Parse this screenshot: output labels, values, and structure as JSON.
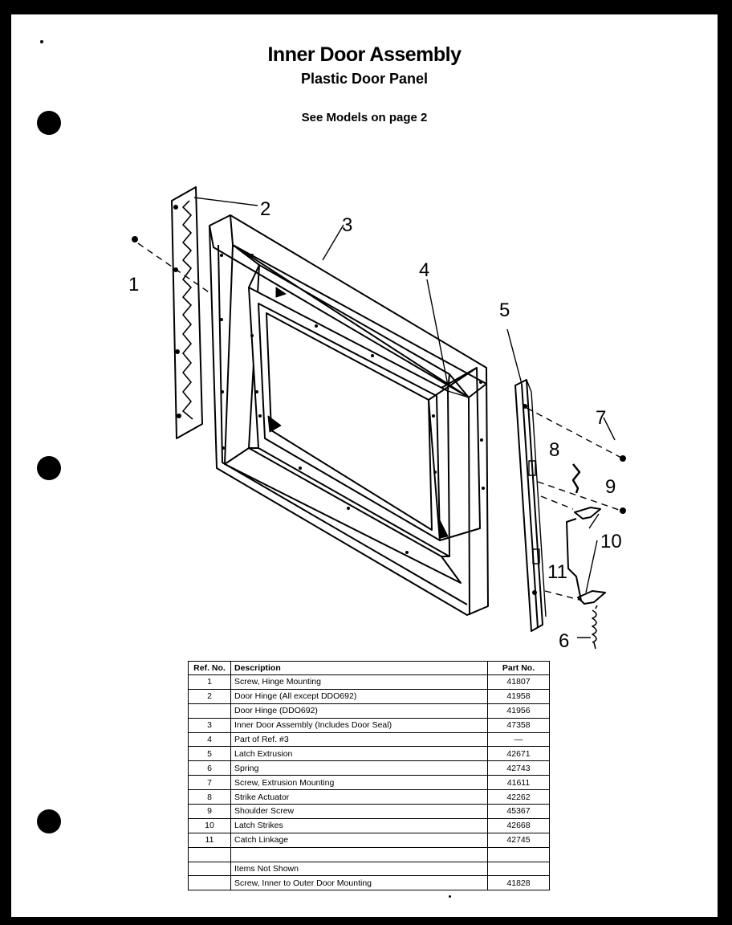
{
  "header": {
    "title": "Inner Door Assembly",
    "subtitle": "Plastic Door Panel",
    "models_note": "See Models on page 2"
  },
  "callouts": [
    "1",
    "2",
    "3",
    "4",
    "5",
    "6",
    "7",
    "8",
    "9",
    "10",
    "11"
  ],
  "parts_table": {
    "columns": [
      "Ref. No.",
      "Description",
      "Part No."
    ],
    "rows": [
      {
        "ref": "1",
        "desc": "Screw, Hinge Mounting",
        "part": "41807"
      },
      {
        "ref": "2",
        "desc": "Door Hinge (All except DDO692)",
        "part": "41958"
      },
      {
        "ref": "",
        "desc": "Door Hinge (DDO692)",
        "part": "41956"
      },
      {
        "ref": "3",
        "desc": "Inner Door Assembly (Includes Door Seal)",
        "part": "47358"
      },
      {
        "ref": "4",
        "desc": "Part of Ref. #3",
        "part": "—"
      },
      {
        "ref": "5",
        "desc": "Latch Extrusion",
        "part": "42671"
      },
      {
        "ref": "6",
        "desc": "Spring",
        "part": "42743"
      },
      {
        "ref": "7",
        "desc": "Screw, Extrusion Mounting",
        "part": "41611"
      },
      {
        "ref": "8",
        "desc": "Strike Actuator",
        "part": "42262"
      },
      {
        "ref": "9",
        "desc": "Shoulder Screw",
        "part": "45367"
      },
      {
        "ref": "10",
        "desc": "Latch Strikes",
        "part": "42668"
      },
      {
        "ref": "11",
        "desc": "Catch Linkage",
        "part": "42745"
      },
      {
        "ref": "",
        "desc": "",
        "part": ""
      },
      {
        "ref": "",
        "desc": "Items Not Shown",
        "part": ""
      },
      {
        "ref": "",
        "desc": "Screw, Inner to Outer Door Mounting",
        "part": "41828"
      }
    ]
  }
}
